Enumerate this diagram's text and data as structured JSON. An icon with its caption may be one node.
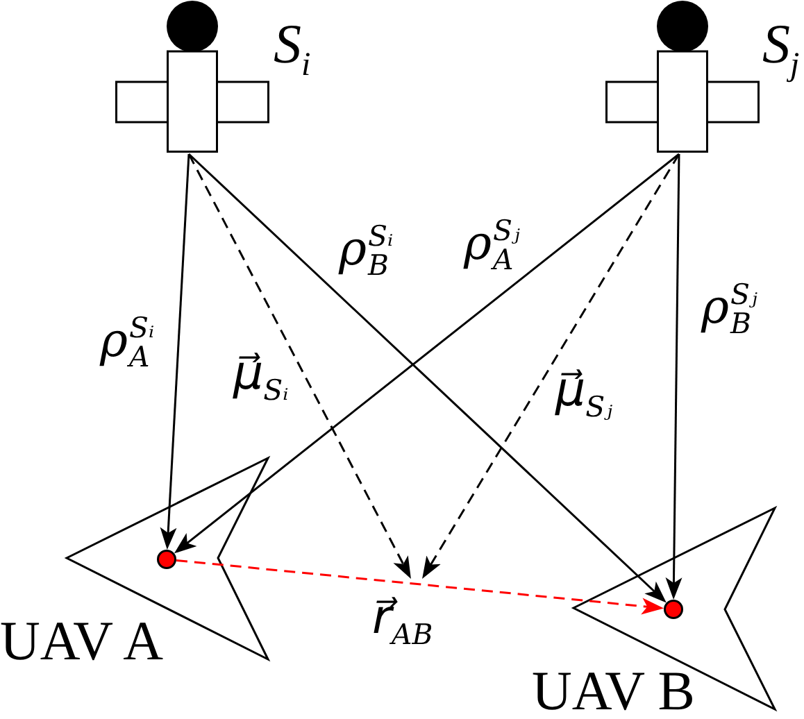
{
  "diagram": {
    "nodes": [
      {
        "text": [],
        "shape": "picture",
        "beside": [
          "S$_{i}$"
        ]
      },
      {
        "text": [],
        "shape": "picture",
        "beside": [
          "S$_{j}$"
        ]
      },
      {
        "text": [],
        "shape": "picture",
        "beside": [
          "UAV A"
        ]
      },
      {
        "text": [],
        "shape": "circle",
        "in": 2
      },
      {
        "text": [],
        "shape": "picture",
        "beside": [
          "UAV B"
        ]
      },
      {
        "text": [],
        "shape": "circle",
        "in": 4
      }
    ],
    "edges": [
      {
        "from": 0,
        "to": 3,
        "arrow": "to",
        "label": "ρ$_{A}$$^{Sᵢ}$"
      },
      {
        "from": 0,
        "to": 5,
        "arrow": "to",
        "label": "ρ$_{B}$$^{Sᵢ}$"
      },
      {
        "from": 0,
        "to": null,
        "arrow": "to",
        "label": "μ⃗$_{Sᵢ}$",
        "style": "dashed"
      },
      {
        "from": 1,
        "to": 3,
        "arrow": "to",
        "label": "ρ$_{A}$$^{Sⱼ}$"
      },
      {
        "from": 1,
        "to": 5,
        "arrow": "to",
        "label": "ρ$_{B}$$^{Sⱼ}$"
      },
      {
        "from": 1,
        "to": null,
        "arrow": "to",
        "label": "μ⃗$_{Sⱼ}$",
        "style": "dashed"
      },
      {
        "from": 3,
        "to": 5,
        "arrow": "to",
        "label": "r⃗$_{AB}$",
        "style": "dashed",
        "color": "#ff0000"
      }
    ]
  }
}
